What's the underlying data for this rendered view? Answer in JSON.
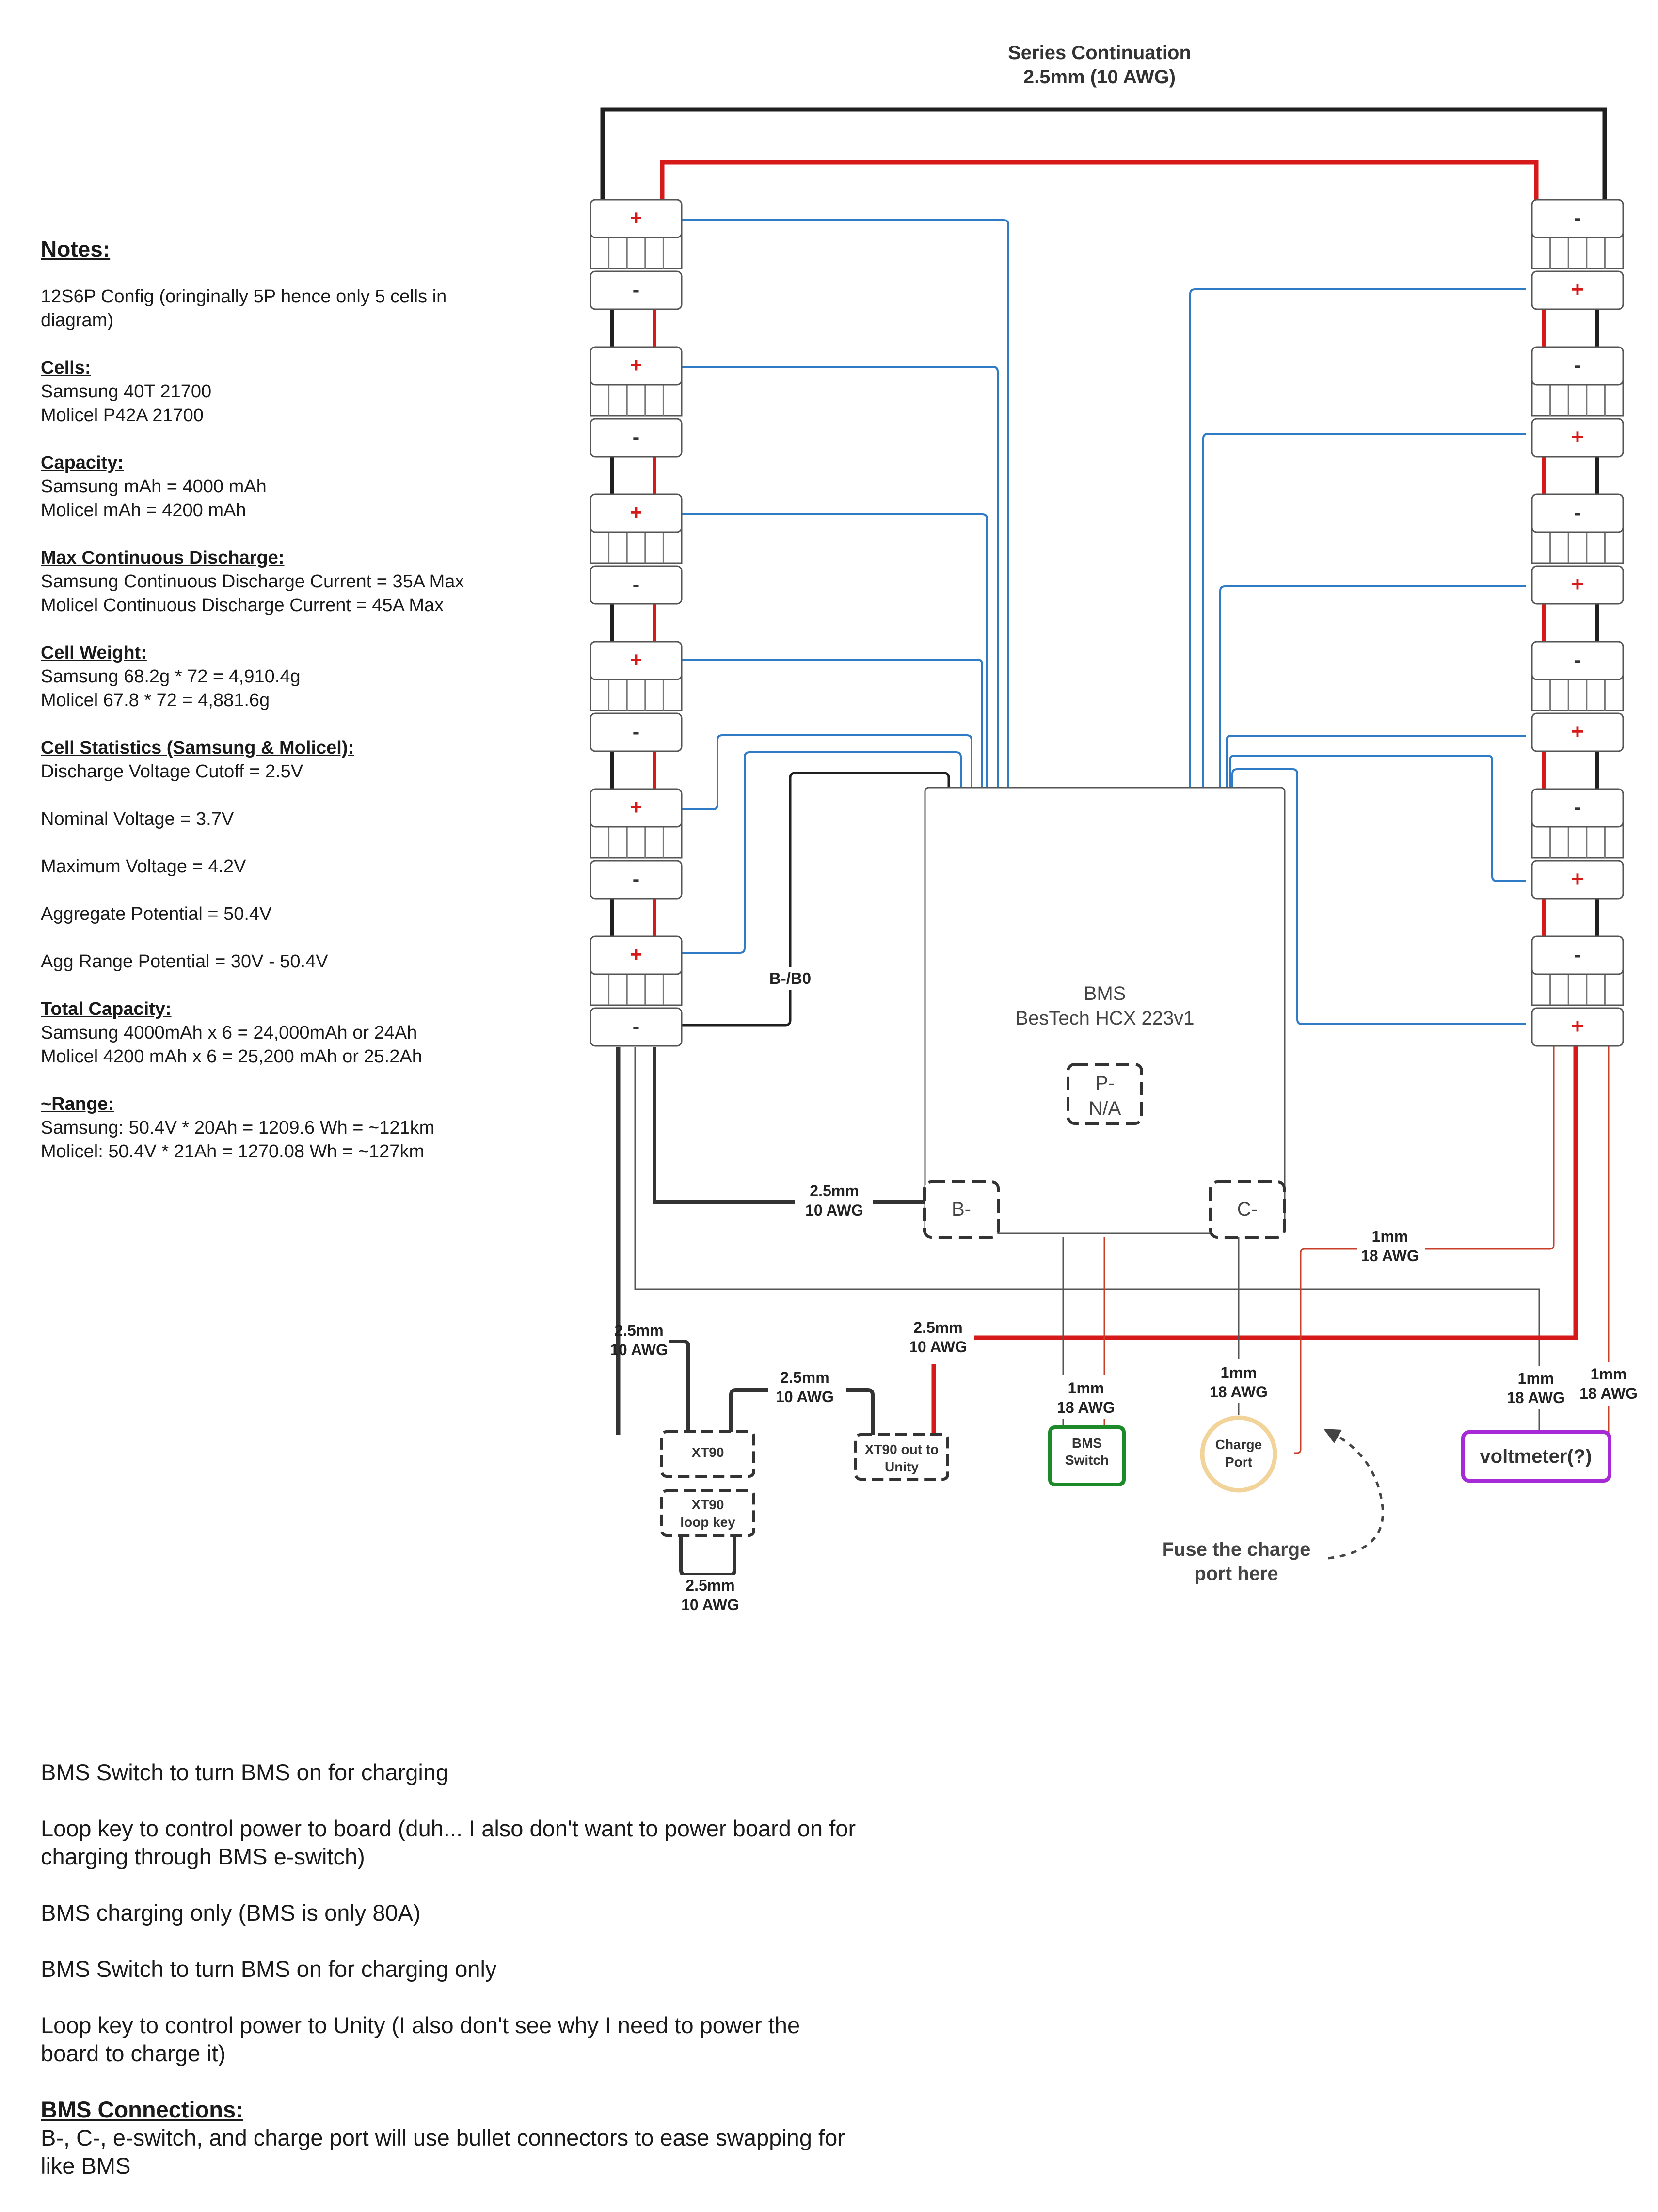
{
  "title": {
    "line1": "Series Continuation",
    "line2": "2.5mm (10 AWG)"
  },
  "notes": {
    "heading": "Notes:",
    "config": [
      "12S6P Config (oringinally 5P hence only 5 cells in",
      "diagram)"
    ],
    "cells": {
      "heading": "Cells:",
      "lines": [
        "Samsung 40T  21700",
        "Molicel P42A 21700"
      ]
    },
    "capacity": {
      "heading": "Capacity:",
      "lines": [
        "Samsung mAh = 4000 mAh",
        "Molicel mAh = 4200 mAh"
      ]
    },
    "max_discharge": {
      "heading": "Max Continuous Discharge:",
      "lines": [
        "Samsung Continuous Discharge Current = 35A Max",
        "Molicel Continuous Discharge Current = 45A Max"
      ]
    },
    "weight": {
      "heading": "Cell Weight:",
      "lines": [
        "Samsung 68.2g * 72 = 4,910.4g",
        "Molicel 67.8 * 72 = 4,881.6g"
      ]
    },
    "stats": {
      "heading": "Cell Statistics (Samsung & Molicel):",
      "lines": [
        "Discharge Voltage Cutoff = 2.5V",
        "Nominal Voltage = 3.7V",
        "Maximum Voltage = 4.2V",
        "Aggregate Potential = 50.4V",
        "Agg Range Potential = 30V - 50.4V"
      ]
    },
    "total": {
      "heading": "Total Capacity:",
      "lines": [
        "Samsung 4000mAh x 6 = 24,000mAh or 24Ah",
        "Molicel 4200 mAh x 6 = 25,200 mAh or 25.2Ah"
      ]
    },
    "range": {
      "heading": "~Range:",
      "lines": [
        "Samsung: 50.4V * 20Ah = 1209.6 Wh = ~121km",
        "Molicel: 50.4V * 21Ah = 1270.08 Wh = ~127km"
      ]
    }
  },
  "bms": {
    "label": "BMS",
    "model": "BesTech HCX 223v1",
    "p_port": [
      "P-",
      "N/A"
    ],
    "b_port": "B-",
    "c_port": "C-"
  },
  "cells_left": [
    [
      "+",
      "-"
    ],
    [
      "+",
      "-"
    ],
    [
      "+",
      "-"
    ],
    [
      "+",
      "-"
    ],
    [
      "+",
      "-"
    ],
    [
      "+",
      "-"
    ]
  ],
  "cells_right": [
    [
      "-",
      "+"
    ],
    [
      "-",
      "+"
    ],
    [
      "-",
      "+"
    ],
    [
      "-",
      "+"
    ],
    [
      "-",
      "+"
    ],
    [
      "-",
      "+"
    ]
  ],
  "labels": {
    "b_b0": "B-/B0",
    "wire_b_line1": "2.5mm",
    "wire_b_line2": "10 AWG",
    "wire_1mm_right_line1": "1mm",
    "wire_1mm_right_line2": "18 AWG",
    "wire_left_line1": "2.5mm",
    "wire_left_line2": "10 AWG",
    "wire_mid_line1": "2.5mm",
    "wire_mid_line2": "10 AWG",
    "wire_red_line1": "2.5mm",
    "wire_red_line2": "10 AWG",
    "wire_switch_line1": "1mm",
    "wire_switch_line2": "18 AWG",
    "wire_charge_line1": "1mm",
    "wire_charge_line2": "18 AWG",
    "wire_volt1_line1": "1mm",
    "wire_volt1_line2": "18 AWG",
    "wire_volt2_line1": "1mm",
    "wire_volt2_line2": "18 AWG",
    "wire_loop_line1": "2.5mm",
    "wire_loop_line2": "10 AWG"
  },
  "components": {
    "xt90": "XT90",
    "xt90_loop": [
      "XT90",
      "loop key"
    ],
    "xt90_out": [
      "XT90 out to",
      "Unity"
    ],
    "bms_switch": [
      "BMS",
      "Switch"
    ],
    "charge_port": [
      "Charge",
      "Port"
    ],
    "voltmeter": "voltmeter(?)",
    "fuse_note": [
      "Fuse the charge",
      "port here"
    ]
  },
  "bottom_notes": {
    "line1": "BMS Switch to turn BMS on for charging",
    "line2a": "Loop key to control power to board (duh... I also don't want to power board on for",
    "line2b": "charging through BMS e-switch)",
    "line3": "BMS charging only (BMS is only 80A)",
    "line4": "BMS Switch to turn BMS on for charging only",
    "line5a": "Loop key to control power to Unity (I also don't see why I need to power the",
    "line5b": "board to charge it)",
    "heading": "BMS Connections:",
    "line6a": "B-, C-, e-switch, and charge port will use bullet connectors to ease swapping for",
    "line6b": "like BMS"
  },
  "colors": {
    "red": "#d61a1a",
    "black": "#1f1f1f",
    "blue": "#2f7bc6",
    "green": "#1d8a2a",
    "purple": "#a62bd6",
    "gold": "#f2d49a",
    "thin_red": "#c8402a"
  }
}
